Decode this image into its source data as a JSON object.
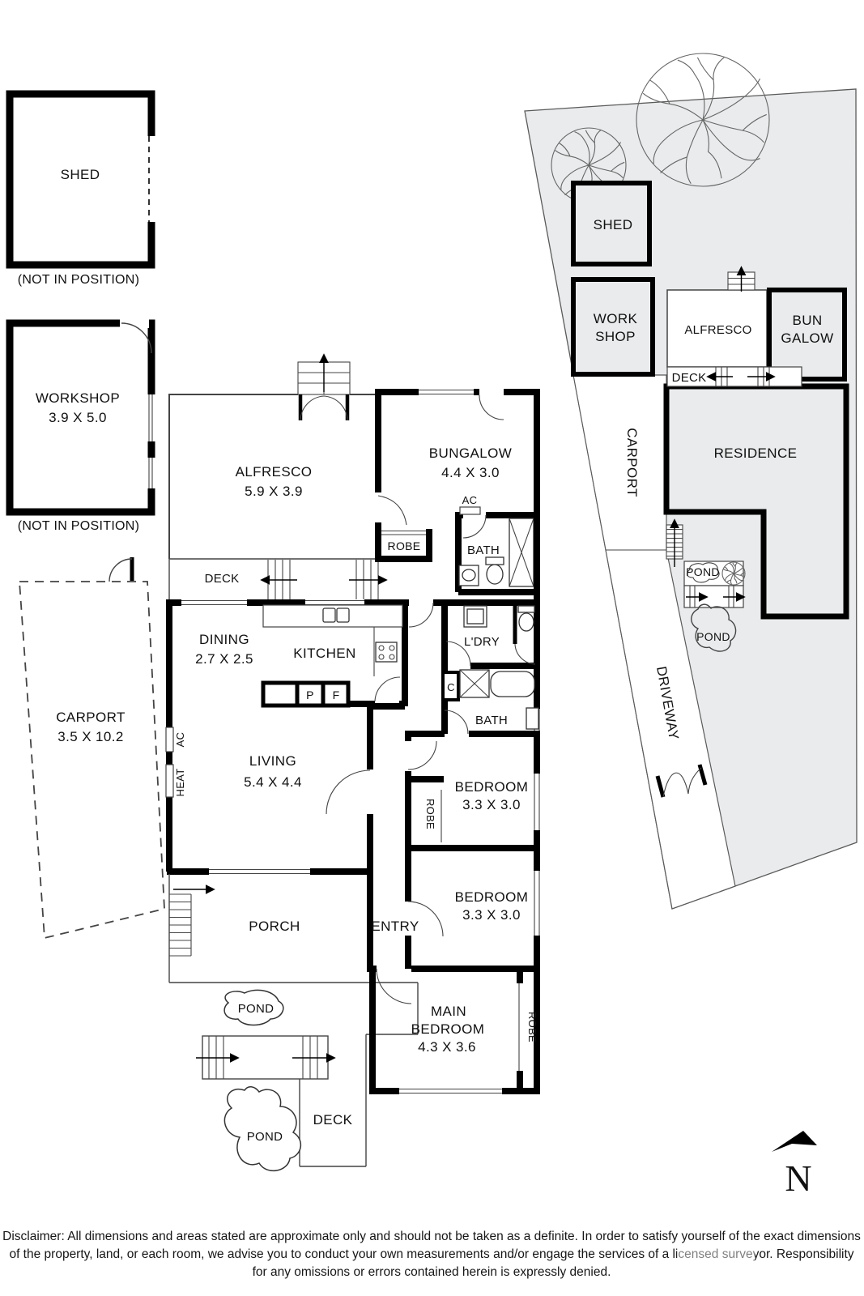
{
  "colors": {
    "wall": "#000000",
    "thin_line": "#444444",
    "site_fill": "#e9ebec",
    "paper": "#ffffff"
  },
  "floorplan": {
    "shed": {
      "name": "SHED",
      "note": "(NOT IN POSITION)"
    },
    "workshop": {
      "name": "WORKSHOP",
      "dims": "3.9 X 5.0",
      "note": "(NOT IN POSITION)"
    },
    "carport": {
      "name": "CARPORT",
      "dims": "3.5 X 10.2"
    },
    "alfresco": {
      "name": "ALFRESCO",
      "dims": "5.9 X 3.9"
    },
    "bungalow": {
      "name": "BUNGALOW",
      "dims": "4.4 X 3.0"
    },
    "deck_top": {
      "name": "DECK"
    },
    "robe_bungalow": {
      "name": "ROBE"
    },
    "ac_bungalow": {
      "name": "AC"
    },
    "bath_bungalow": {
      "name": "BATH"
    },
    "dining": {
      "name": "DINING",
      "dims": "2.7 X 2.5"
    },
    "kitchen": {
      "name": "KITCHEN",
      "pantry": "P",
      "fridge": "F"
    },
    "laundry": {
      "name": "L'DRY"
    },
    "cupboard": {
      "name": "C"
    },
    "bath_main": {
      "name": "BATH"
    },
    "living": {
      "name": "LIVING",
      "dims": "5.4 X 4.4"
    },
    "ac_living": {
      "name": "AC"
    },
    "heater": {
      "name": "HEAT"
    },
    "porch": {
      "name": "PORCH"
    },
    "entry": {
      "name": "ENTRY"
    },
    "bedroom1": {
      "name": "BEDROOM",
      "dims": "3.3 X 3.0"
    },
    "robe_bedroom1": {
      "name": "ROBE"
    },
    "bedroom2": {
      "name": "BEDROOM",
      "dims": "3.3 X 3.0"
    },
    "main_bedroom": {
      "line1": "MAIN",
      "line2": "BEDROOM",
      "dims": "4.3 X 3.6"
    },
    "robe_main_bedroom": {
      "name": "ROBE"
    },
    "deck_bottom": {
      "name": "DECK"
    },
    "pond_upper": {
      "name": "POND"
    },
    "pond_lower": {
      "name": "POND"
    }
  },
  "siteplan": {
    "shed": "SHED",
    "workshop_line1": "WORK",
    "workshop_line2": "SHOP",
    "alfresco": "ALFRESCO",
    "bungalow_line1": "BUN",
    "bungalow_line2": "GALOW",
    "deck": "DECK",
    "carport": "CARPORT",
    "residence": "RESIDENCE",
    "pond_upper": "POND",
    "pond_lower": "POND",
    "driveway": "DRIVEWAY"
  },
  "compass": {
    "north": "N"
  },
  "disclaimer": {
    "line1": "Disclaimer: All dimensions and areas stated are approximate only and should not be taken as a definite. In order to satisfy yourself of the exact dimensions",
    "line2": "of the property, land, or each room, we advise you to conduct your own measurements and/or engage the services of a licensed surveyor. Responsibility",
    "line3": "for any omissions or errors contained herein is expressly denied."
  }
}
